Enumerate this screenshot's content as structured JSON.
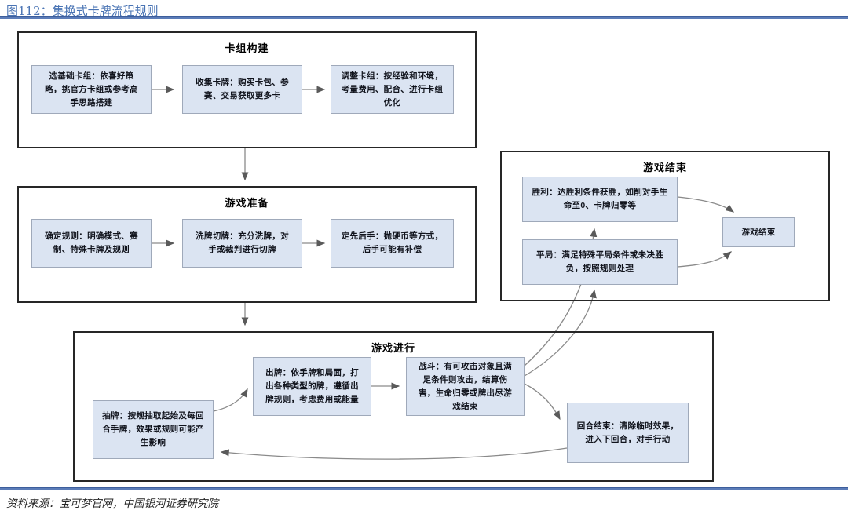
{
  "figure_caption": "图112：集换式卡牌流程规则",
  "source_note": "资料来源：宝可梦官网，中国银河证券研究院",
  "colors": {
    "caption_blue": "#4a74b4",
    "rule_blue": "#5b7cb8",
    "node_fill": "#dbe4f2",
    "node_border": "#9fa9ba",
    "frame_border": "#262626",
    "arrow_gray": "#8a8a8a"
  },
  "sections": {
    "deck_building": {
      "title": "卡组构建",
      "nodes": [
        {
          "text": "选基础卡组：依喜好策略，挑官方卡组或参考高手思路搭建"
        },
        {
          "text": "收集卡牌：购买卡包、参赛、交易获取更多卡"
        },
        {
          "text": "调整卡组：按经验和环境，考量费用、配合、进行卡组优化"
        }
      ]
    },
    "game_prep": {
      "title": "游戏准备",
      "nodes": [
        {
          "text": "确定规则：明确模式、赛制、特殊卡牌及规则"
        },
        {
          "text": "洗牌切牌：充分洗牌，对手或裁判进行切牌"
        },
        {
          "text": "定先后手：抛硬币等方式，后手可能有补偿"
        }
      ]
    },
    "game_play": {
      "title": "游戏进行",
      "nodes": [
        {
          "text": "抽牌：按规抽取起始及每回合手牌，效果或规则可能产生影响"
        },
        {
          "text": "出牌：依手牌和局面，打出各种类型的牌，遵循出牌规则，考虑费用或能量"
        },
        {
          "text": "战斗：有可攻击对象且满足条件则攻击，结算伤害，生命归零或牌出尽游戏结束"
        },
        {
          "text": "回合结束：清除临时效果，进入下回合，对手行动"
        }
      ]
    },
    "game_end": {
      "title": "游戏结束",
      "nodes": [
        {
          "text": "胜利：达胜利条件获胜，如削对手生命至0、卡牌归零等"
        },
        {
          "text": "平局：满足特殊平局条件或未决胜负，按照规则处理"
        },
        {
          "text": "游戏结束"
        }
      ]
    }
  }
}
